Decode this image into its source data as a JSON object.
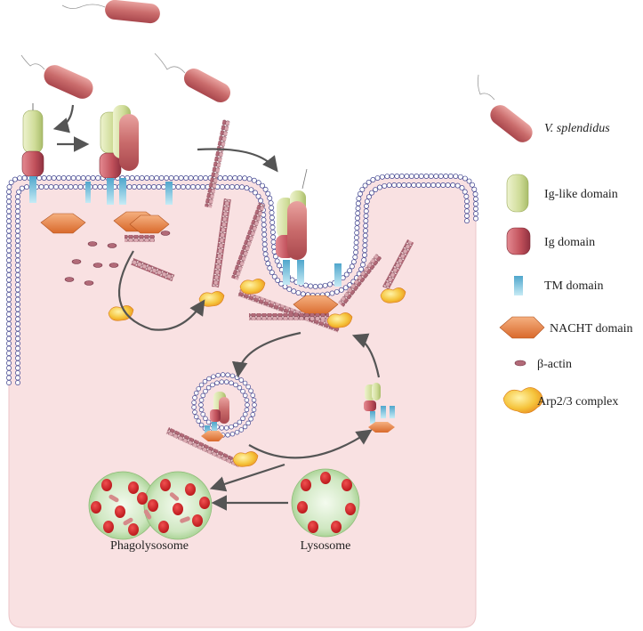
{
  "legend": {
    "items": [
      {
        "key": "v_splendidus",
        "label": "V. splendidus",
        "icon": "bacterium-icon",
        "italic": true
      },
      {
        "key": "ig_like",
        "label": "Ig-like domain",
        "icon": "ig-like-domain-icon"
      },
      {
        "key": "ig",
        "label": "Ig domain",
        "icon": "ig-domain-icon"
      },
      {
        "key": "tm",
        "label": "TM domain",
        "icon": "tm-domain-icon"
      },
      {
        "key": "nacht",
        "label": "NACHT domain",
        "icon": "nacht-domain-icon"
      },
      {
        "key": "beta_actin",
        "label": "β-actin",
        "icon": "beta-actin-icon"
      },
      {
        "key": "arp23",
        "label": "Arp2/3 complex",
        "icon": "arp23-complex-icon"
      }
    ]
  },
  "organelles": {
    "phagolysosome": "Phagolysosome",
    "lysosome": "Lysosome"
  },
  "colors": {
    "cytoplasm": "#f9e1e2",
    "membrane": "#3b3f8c",
    "bacterium": "#c96b6b",
    "ig_like": "#d6e3a6",
    "ig": "#c0505a",
    "tm": "#8fd0e4",
    "nacht": "#e98a45",
    "actin": "#b26a78",
    "arp": "#f5c33a",
    "lysosome": "#cfe7c1",
    "lysosome_dot": "#d8232a"
  }
}
